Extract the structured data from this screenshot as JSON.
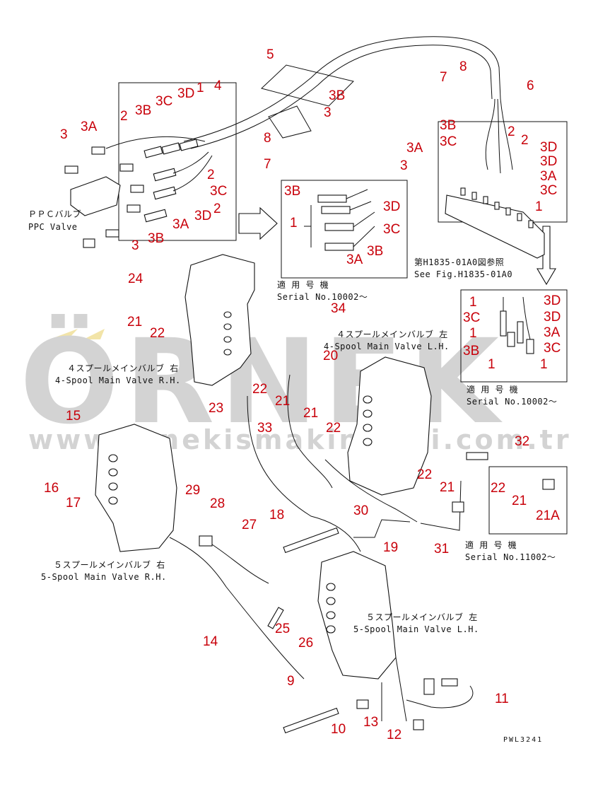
{
  "watermark": {
    "brand": "ÖRNEK",
    "site": "www.ornekismakinalari.com.tr",
    "color": "#d3d3d3",
    "accent": "#f2e4a8"
  },
  "colors": {
    "callout": "#c8000a",
    "ink": "#111111"
  },
  "captions": {
    "ppc_jp": "ＰＰＣバルブ",
    "ppc_en": "PPC Valve",
    "see_fig_jp": "第H1835-01A0図参照",
    "see_fig_en": "See Fig.H1835-01A0",
    "serial1_jp": "適 用 号 機",
    "serial1_en": "Serial No.10002～",
    "serial2_jp": "適 用 号 機",
    "serial2_en": "Serial No.10002～",
    "serial3_jp": "適 用 号 機",
    "serial3_en": "Serial No.11002～",
    "v4r_jp": "４スプールメインバルブ 右",
    "v4r_en": "4-Spool Main Valve R.H.",
    "v4l_jp": "４スプールメインバルブ 左",
    "v4l_en": "4-Spool Main Valve L.H.",
    "v5r_jp": "５スプールメインバルブ 右",
    "v5r_en": "5-Spool Main Valve R.H.",
    "v5l_jp": "５スプールメインバルブ 左",
    "v5l_en": "5-Spool Main Valve L.H.",
    "code": "PWL3241"
  },
  "callouts": [
    {
      "id": "c5",
      "text": "5"
    },
    {
      "id": "c7a",
      "text": "7"
    },
    {
      "id": "c8a",
      "text": "8"
    },
    {
      "id": "c6",
      "text": "6"
    },
    {
      "id": "c4",
      "text": "4"
    },
    {
      "id": "c1a",
      "text": "1"
    },
    {
      "id": "c3da",
      "text": "3D"
    },
    {
      "id": "c3ca",
      "text": "3C"
    },
    {
      "id": "c3ba",
      "text": "3B"
    },
    {
      "id": "c2a",
      "text": "2"
    },
    {
      "id": "c3aa",
      "text": "3A"
    },
    {
      "id": "c3a",
      "text": "3"
    },
    {
      "id": "c8b",
      "text": "8"
    },
    {
      "id": "c7b",
      "text": "7"
    },
    {
      "id": "c2b",
      "text": "2"
    },
    {
      "id": "c3cb",
      "text": "3C"
    },
    {
      "id": "c2c",
      "text": "2"
    },
    {
      "id": "c3db",
      "text": "3D"
    },
    {
      "id": "c3ab",
      "text": "3A"
    },
    {
      "id": "c3b",
      "text": "3"
    },
    {
      "id": "c3bb",
      "text": "3B"
    },
    {
      "id": "c3bc",
      "text": "3B"
    },
    {
      "id": "c3c",
      "text": "3"
    },
    {
      "id": "c3ac",
      "text": "3A"
    },
    {
      "id": "c3d",
      "text": "3"
    },
    {
      "id": "c3bd",
      "text": "3B"
    },
    {
      "id": "c3cc",
      "text": "3C"
    },
    {
      "id": "c2d",
      "text": "2"
    },
    {
      "id": "c2e",
      "text": "2"
    },
    {
      "id": "c3dc",
      "text": "3D"
    },
    {
      "id": "c3dd",
      "text": "3D"
    },
    {
      "id": "c3ad",
      "text": "3A"
    },
    {
      "id": "c3cd",
      "text": "3C"
    },
    {
      "id": "c1b",
      "text": "1"
    },
    {
      "id": "c3be",
      "text": "3B"
    },
    {
      "id": "c1c",
      "text": "1"
    },
    {
      "id": "c3de",
      "text": "3D"
    },
    {
      "id": "c3ce",
      "text": "3C"
    },
    {
      "id": "c3bf",
      "text": "3B"
    },
    {
      "id": "c3ae",
      "text": "3A"
    },
    {
      "id": "c1d",
      "text": "1"
    },
    {
      "id": "c3df",
      "text": "3D"
    },
    {
      "id": "c3cf",
      "text": "3C"
    },
    {
      "id": "c3dg",
      "text": "3D"
    },
    {
      "id": "c1e",
      "text": "1"
    },
    {
      "id": "c3af",
      "text": "3A"
    },
    {
      "id": "c3bg",
      "text": "3B"
    },
    {
      "id": "c3cg",
      "text": "3C"
    },
    {
      "id": "c1f",
      "text": "1"
    },
    {
      "id": "c1g",
      "text": "1"
    },
    {
      "id": "c24",
      "text": "24"
    },
    {
      "id": "c21a",
      "text": "21"
    },
    {
      "id": "c22a",
      "text": "22"
    },
    {
      "id": "c34",
      "text": "34"
    },
    {
      "id": "c20",
      "text": "20"
    },
    {
      "id": "c22b",
      "text": "22"
    },
    {
      "id": "c21b",
      "text": "21"
    },
    {
      "id": "c23",
      "text": "23"
    },
    {
      "id": "c21c",
      "text": "21"
    },
    {
      "id": "c22c",
      "text": "22"
    },
    {
      "id": "c33",
      "text": "33"
    },
    {
      "id": "c15",
      "text": "15"
    },
    {
      "id": "c16",
      "text": "16"
    },
    {
      "id": "c17",
      "text": "17"
    },
    {
      "id": "c32",
      "text": "32"
    },
    {
      "id": "c22d",
      "text": "22"
    },
    {
      "id": "c21d",
      "text": "21"
    },
    {
      "id": "c22e",
      "text": "22"
    },
    {
      "id": "c21e",
      "text": "21"
    },
    {
      "id": "c21f",
      "text": "21A"
    },
    {
      "id": "c29",
      "text": "29"
    },
    {
      "id": "c28",
      "text": "28"
    },
    {
      "id": "c30",
      "text": "30"
    },
    {
      "id": "c18",
      "text": "18"
    },
    {
      "id": "c27",
      "text": "27"
    },
    {
      "id": "c19",
      "text": "19"
    },
    {
      "id": "c31",
      "text": "31"
    },
    {
      "id": "c25",
      "text": "25"
    },
    {
      "id": "c26",
      "text": "26"
    },
    {
      "id": "c14",
      "text": "14"
    },
    {
      "id": "c9",
      "text": "9"
    },
    {
      "id": "c11",
      "text": "11"
    },
    {
      "id": "c13",
      "text": "13"
    },
    {
      "id": "c10",
      "text": "10"
    },
    {
      "id": "c12",
      "text": "12"
    }
  ]
}
